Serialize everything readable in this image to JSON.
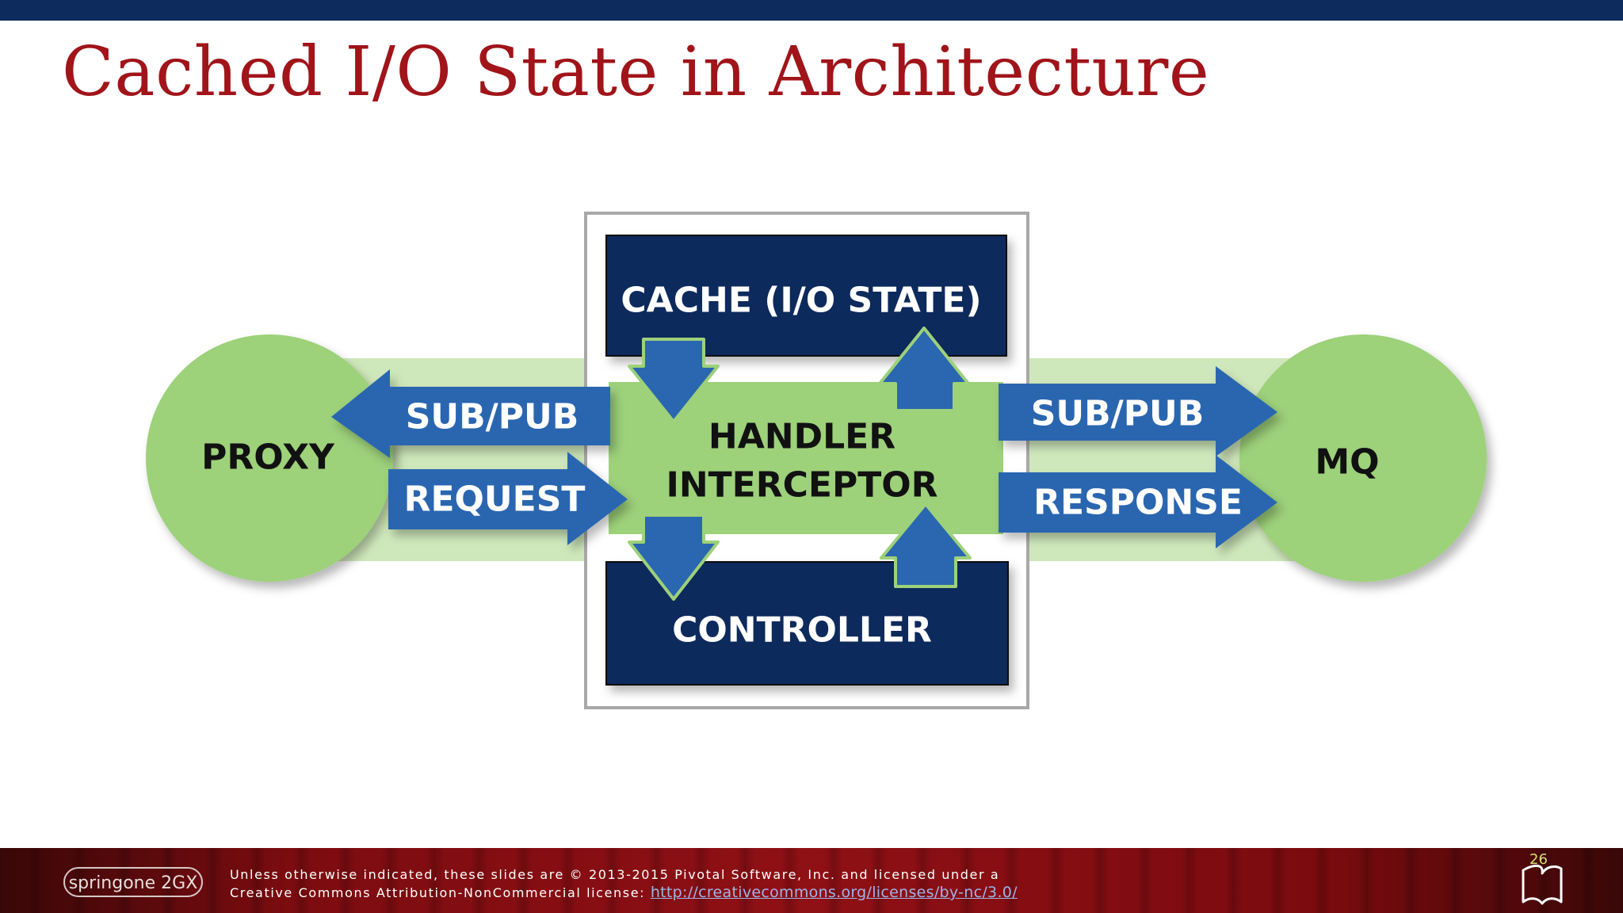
{
  "slide": {
    "title": "Cached I/O State in Architecture",
    "page_number": "26"
  },
  "diagram": {
    "nodes": {
      "proxy": "PROXY",
      "mq": "MQ",
      "cache": "CACHE (I/O STATE)",
      "handler_line1": "HANDLER",
      "handler_line2": "INTERCEPTOR",
      "controller": "CONTROLLER"
    },
    "arrows": {
      "left_top": "SUB/PUB",
      "left_bottom": "REQUEST",
      "right_top": "SUB/PUB",
      "right_bottom": "RESPONSE"
    },
    "colors": {
      "green": "#9dd17a",
      "light_green": "#cfe8bb",
      "navy": "#0d2b5c",
      "blue_arrow": "#2b66b0"
    }
  },
  "footer": {
    "logo_text": "springone 2GX",
    "license_line1": "Unless otherwise indicated, these slides are © 2013-2015 Pivotal Software, Inc. and licensed under a",
    "license_line2": "Creative Commons Attribution-NonCommercial license:",
    "license_link": "http://creativecommons.org/licenses/by-nc/3.0/"
  }
}
